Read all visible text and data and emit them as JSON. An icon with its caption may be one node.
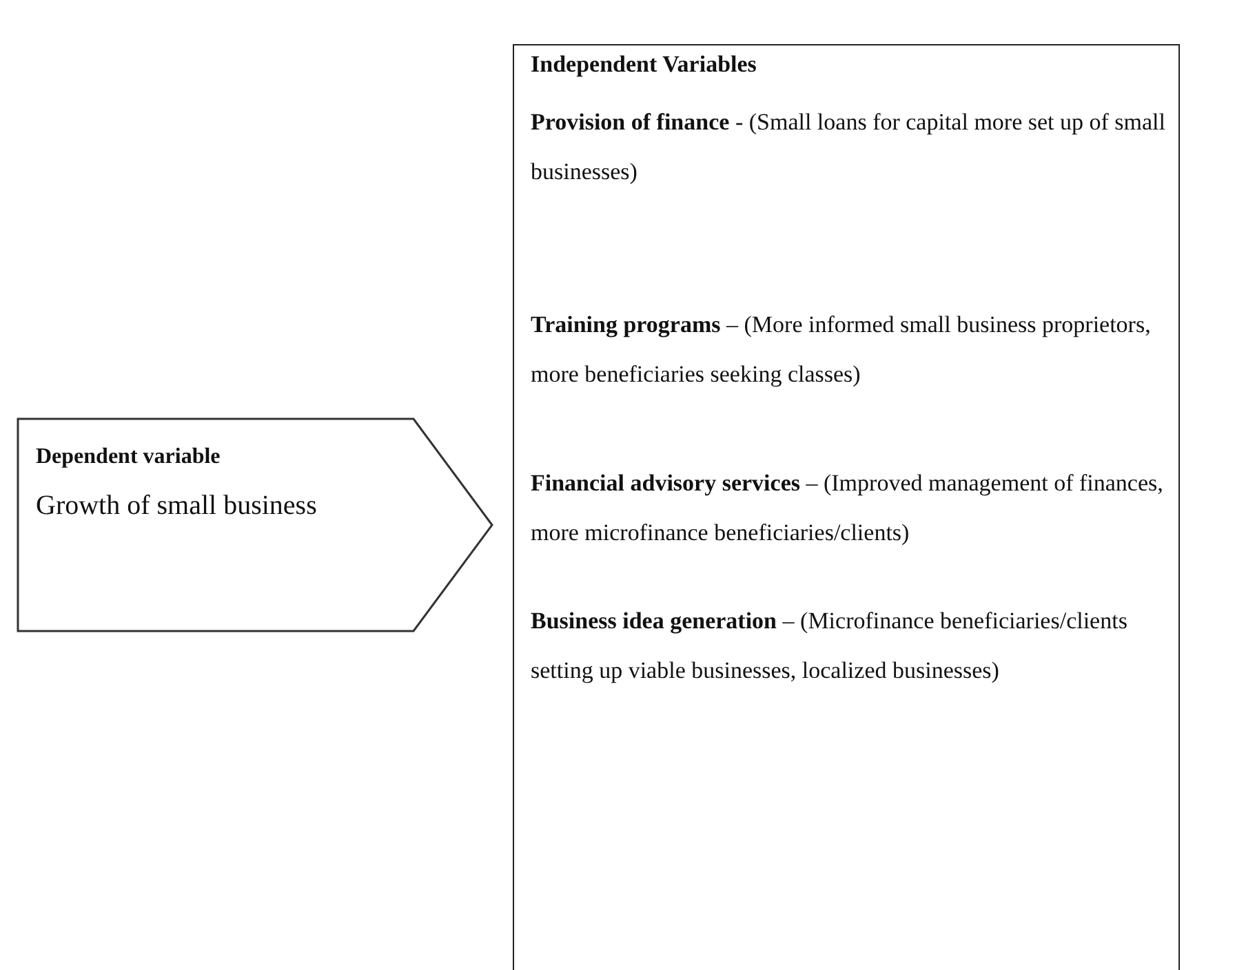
{
  "diagram": {
    "nodes": [
      {
        "text": [
          "Dependent variable",
          "Growth of small business"
        ]
      },
      {
        "text": [
          "Independent Variables",
          "**Provision of finance** -  (Small loans for capital more set up of small businesses)",
          "**Training programs** – (More informed small business proprietors, more beneficiaries seeking classes)",
          "**Financial advisory services** – (Improved management of finances, more microfinance beneficiaries/clients)",
          "**Business idea generation** – (Microfinance beneficiaries/clients setting up viable businesses, localized businesses)"
        ]
      }
    ]
  }
}
